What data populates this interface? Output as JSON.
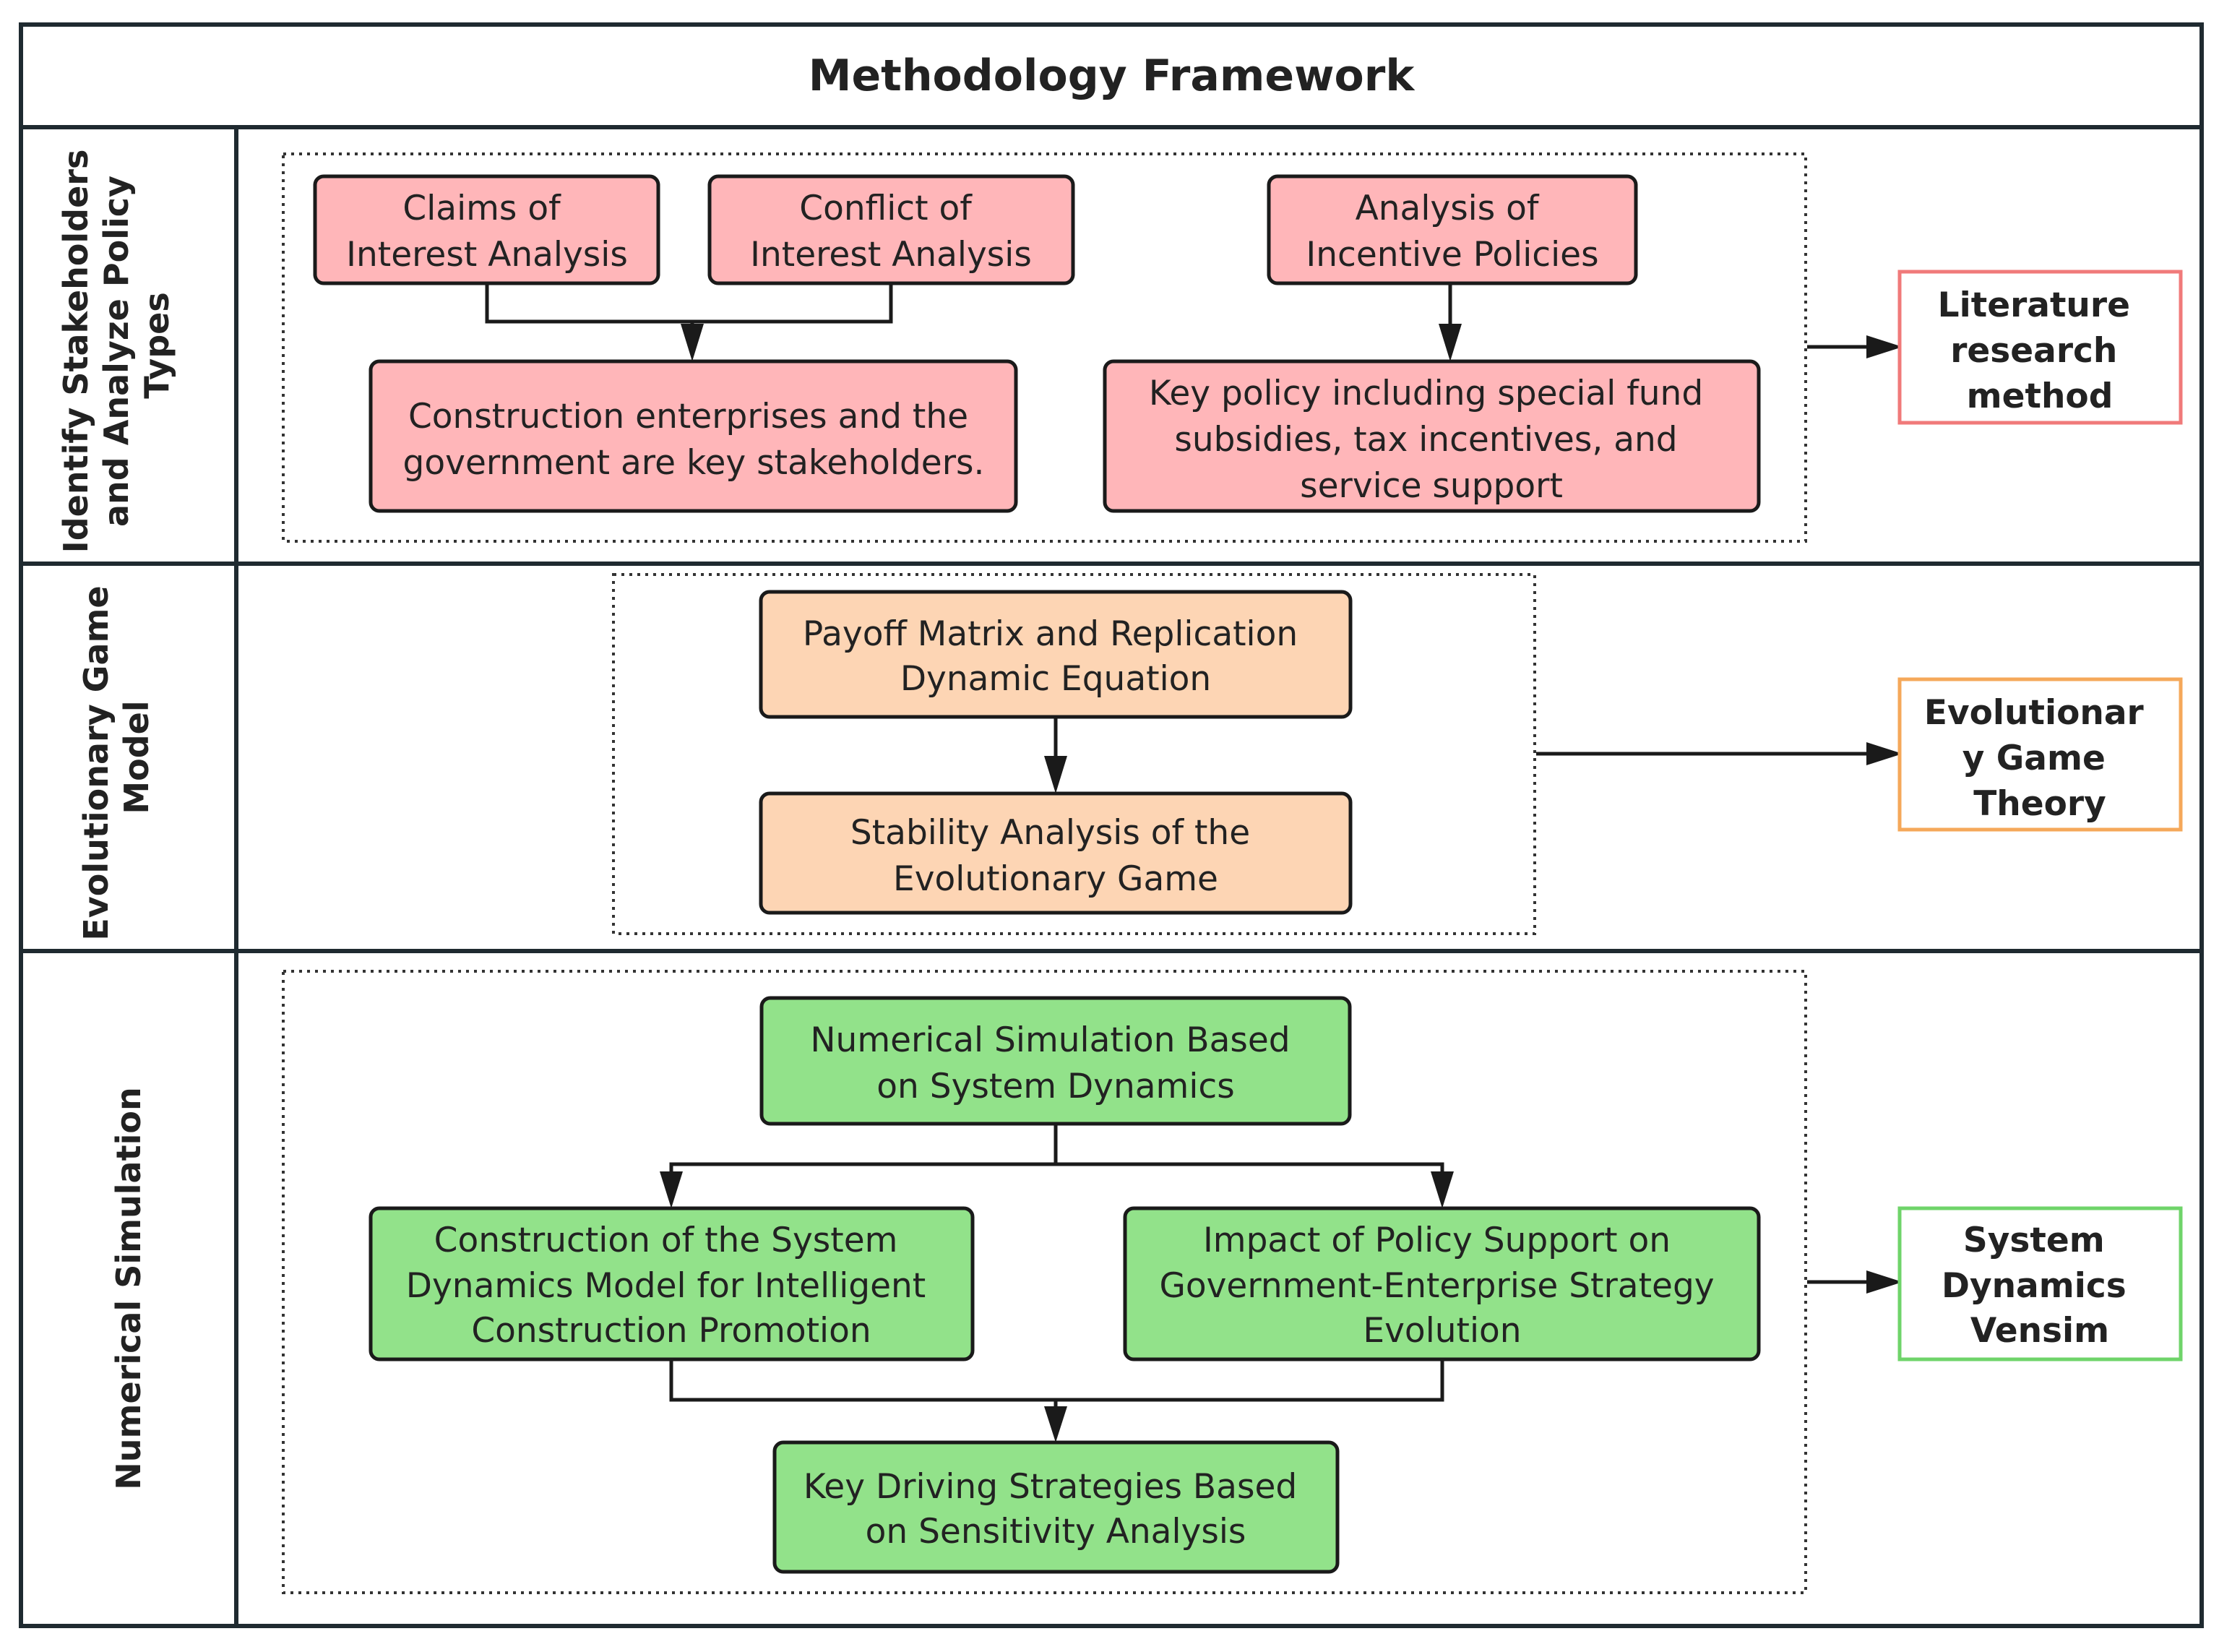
{
  "title": "Methodology Framework",
  "colors": {
    "pink_fill": "#FFB6B9",
    "orange_fill": "#FDD5B4",
    "green_fill": "#92E28A",
    "literature_border": "#F07A7A",
    "evolutionary_border": "#F5A85A",
    "system_border": "#6FD46A",
    "frame": "#1F2A30"
  },
  "rows": [
    {
      "label": [
        "Identify Stakeholders",
        "and Analyze Policy",
        "Types"
      ],
      "boxes": {
        "claims": [
          "Claims of",
          "Interest Analysis"
        ],
        "conflict": [
          "Conflict of",
          "Interest Analysis"
        ],
        "incentive": [
          "Analysis of",
          "Incentive Policies"
        ],
        "stakeholders": [
          "Construction enterprises and the",
          "government are key stakeholders."
        ],
        "key_policy": [
          "Key policy including special fund",
          "subsidies, tax incentives, and",
          "service support"
        ]
      },
      "method": [
        "Literature",
        "research",
        "method"
      ]
    },
    {
      "label": [
        "Evolutionary Game",
        "Model"
      ],
      "boxes": {
        "payoff": [
          "Payoff Matrix and Replication",
          "Dynamic Equation"
        ],
        "stability": [
          "Stability Analysis of the",
          "Evolutionary Game"
        ]
      },
      "method": [
        "Evolutionar",
        "y Game",
        "Theory"
      ]
    },
    {
      "label": [
        "Numerical Simulation"
      ],
      "boxes": {
        "numerical": [
          "Numerical Simulation Based",
          "on System Dynamics"
        ],
        "construction": [
          "Construction of the System",
          "Dynamics Model for Intelligent",
          "Construction Promotion"
        ],
        "impact": [
          "Impact of Policy Support on",
          "Government-Enterprise Strategy",
          "Evolution"
        ],
        "driving": [
          "Key Driving Strategies Based",
          "on Sensitivity Analysis"
        ]
      },
      "method": [
        "System",
        "Dynamics",
        "Vensim"
      ]
    }
  ]
}
